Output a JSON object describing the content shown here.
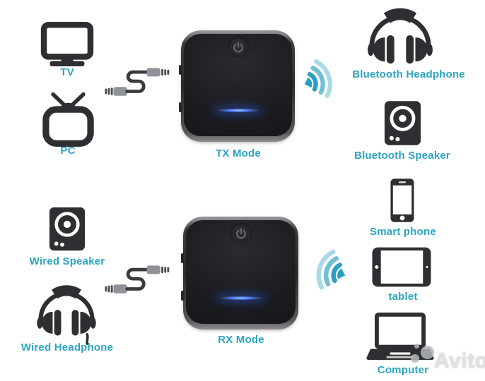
{
  "colors": {
    "background": "#ffffff",
    "label_text": "#2ba4c3",
    "icon_dark": "#2e2f32",
    "device_face": "#1a1b1f",
    "device_edge": "#7e8083",
    "led_blue": "#2f63f0",
    "signal_strong": "#2d9ec2",
    "signal_mid": "#6fc0d6",
    "signal_weak": "#a8dae8",
    "cable_gray": "#8f9296",
    "cable_dark": "#3a3b3f",
    "watermark_gray": "#dfe2e4"
  },
  "tx_section": {
    "device_label": "TX Mode",
    "device_icons": [
      "power-button-icon",
      "blue-led-indicator"
    ],
    "sources": [
      {
        "icon": "flatscreen-tv-icon",
        "label": "TV"
      },
      {
        "icon": "crt-tv-icon",
        "label": "PC"
      }
    ],
    "connector_icon": "aux-audio-cable-icon",
    "signal_icon": "wireless-signal-icon",
    "targets": [
      {
        "icon": "headphones-icon",
        "label": "Bluetooth Headphone"
      },
      {
        "icon": "speaker-icon",
        "label": "Bluetooth Speaker"
      }
    ]
  },
  "rx_section": {
    "device_label": "RX Mode",
    "device_icons": [
      "power-button-icon",
      "blue-led-indicator"
    ],
    "sources": [
      {
        "icon": "speaker-icon",
        "label": "Wired Speaker"
      },
      {
        "icon": "wired-headphones-icon",
        "label": "Wired Headphone"
      }
    ],
    "connector_icon": "aux-audio-cable-icon",
    "signal_icon": "wireless-signal-icon",
    "targets": [
      {
        "icon": "smartphone-icon",
        "label": "Smart phone"
      },
      {
        "icon": "tablet-icon",
        "label": "tablet"
      },
      {
        "icon": "laptop-icon",
        "label": "Computer"
      }
    ]
  },
  "watermark": {
    "brand": "Avito",
    "logo": "avito-dots-logo"
  }
}
